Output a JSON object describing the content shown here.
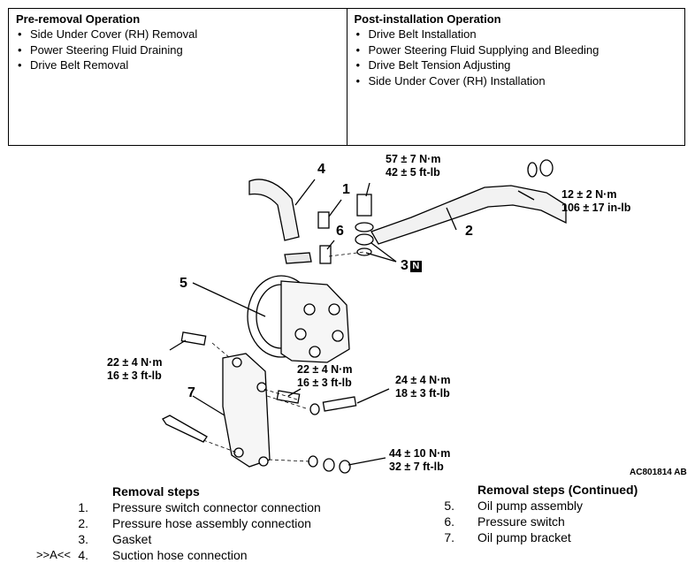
{
  "pre_removal": {
    "title": "Pre-removal Operation",
    "items": [
      "Side Under Cover (RH) Removal",
      "Power Steering Fluid Draining",
      "Drive Belt Removal"
    ]
  },
  "post_installation": {
    "title": "Post-installation Operation",
    "items": [
      "Drive Belt Installation",
      "Power Steering Fluid Supplying and Bleeding",
      "Drive Belt Tension Adjusting",
      "Side Under Cover (RH) Installation"
    ]
  },
  "diagram": {
    "torque_57": [
      "57 ± 7 N·m",
      "42 ± 5 ft-lb"
    ],
    "torque_12": [
      "12 ± 2 N·m",
      "106 ± 17 in-lb"
    ],
    "torque_22a": [
      "22 ± 4 N·m",
      "16 ± 3 ft-lb"
    ],
    "torque_22b": [
      "22 ± 4 N·m",
      "16 ± 3 ft-lb"
    ],
    "torque_24": [
      "24 ± 4 N·m",
      "18 ± 3 ft-lb"
    ],
    "torque_44": [
      "44 ± 10 N·m",
      "32 ± 7 ft-lb"
    ],
    "callouts": {
      "c1": "1",
      "c2": "2",
      "c3": "3",
      "c4": "4",
      "c5": "5",
      "c6": "6",
      "c7": "7",
      "n_badge": "N"
    },
    "figure_id": "AC801814 AB"
  },
  "removal_steps": {
    "title": "Removal steps",
    "items": [
      {
        "no": "1.",
        "text": "Pressure switch connector connection",
        "prefix": ""
      },
      {
        "no": "2.",
        "text": "Pressure hose assembly connection",
        "prefix": ""
      },
      {
        "no": "3.",
        "text": "Gasket",
        "prefix": ""
      },
      {
        "no": "4.",
        "text": "Suction hose connection",
        "prefix": ">>A<<"
      }
    ]
  },
  "removal_steps_cont": {
    "title": "Removal steps (Continued)",
    "items": [
      {
        "no": "5.",
        "text": "Oil pump assembly"
      },
      {
        "no": "6.",
        "text": "Pressure switch"
      },
      {
        "no": "7.",
        "text": "Oil pump bracket"
      }
    ]
  }
}
